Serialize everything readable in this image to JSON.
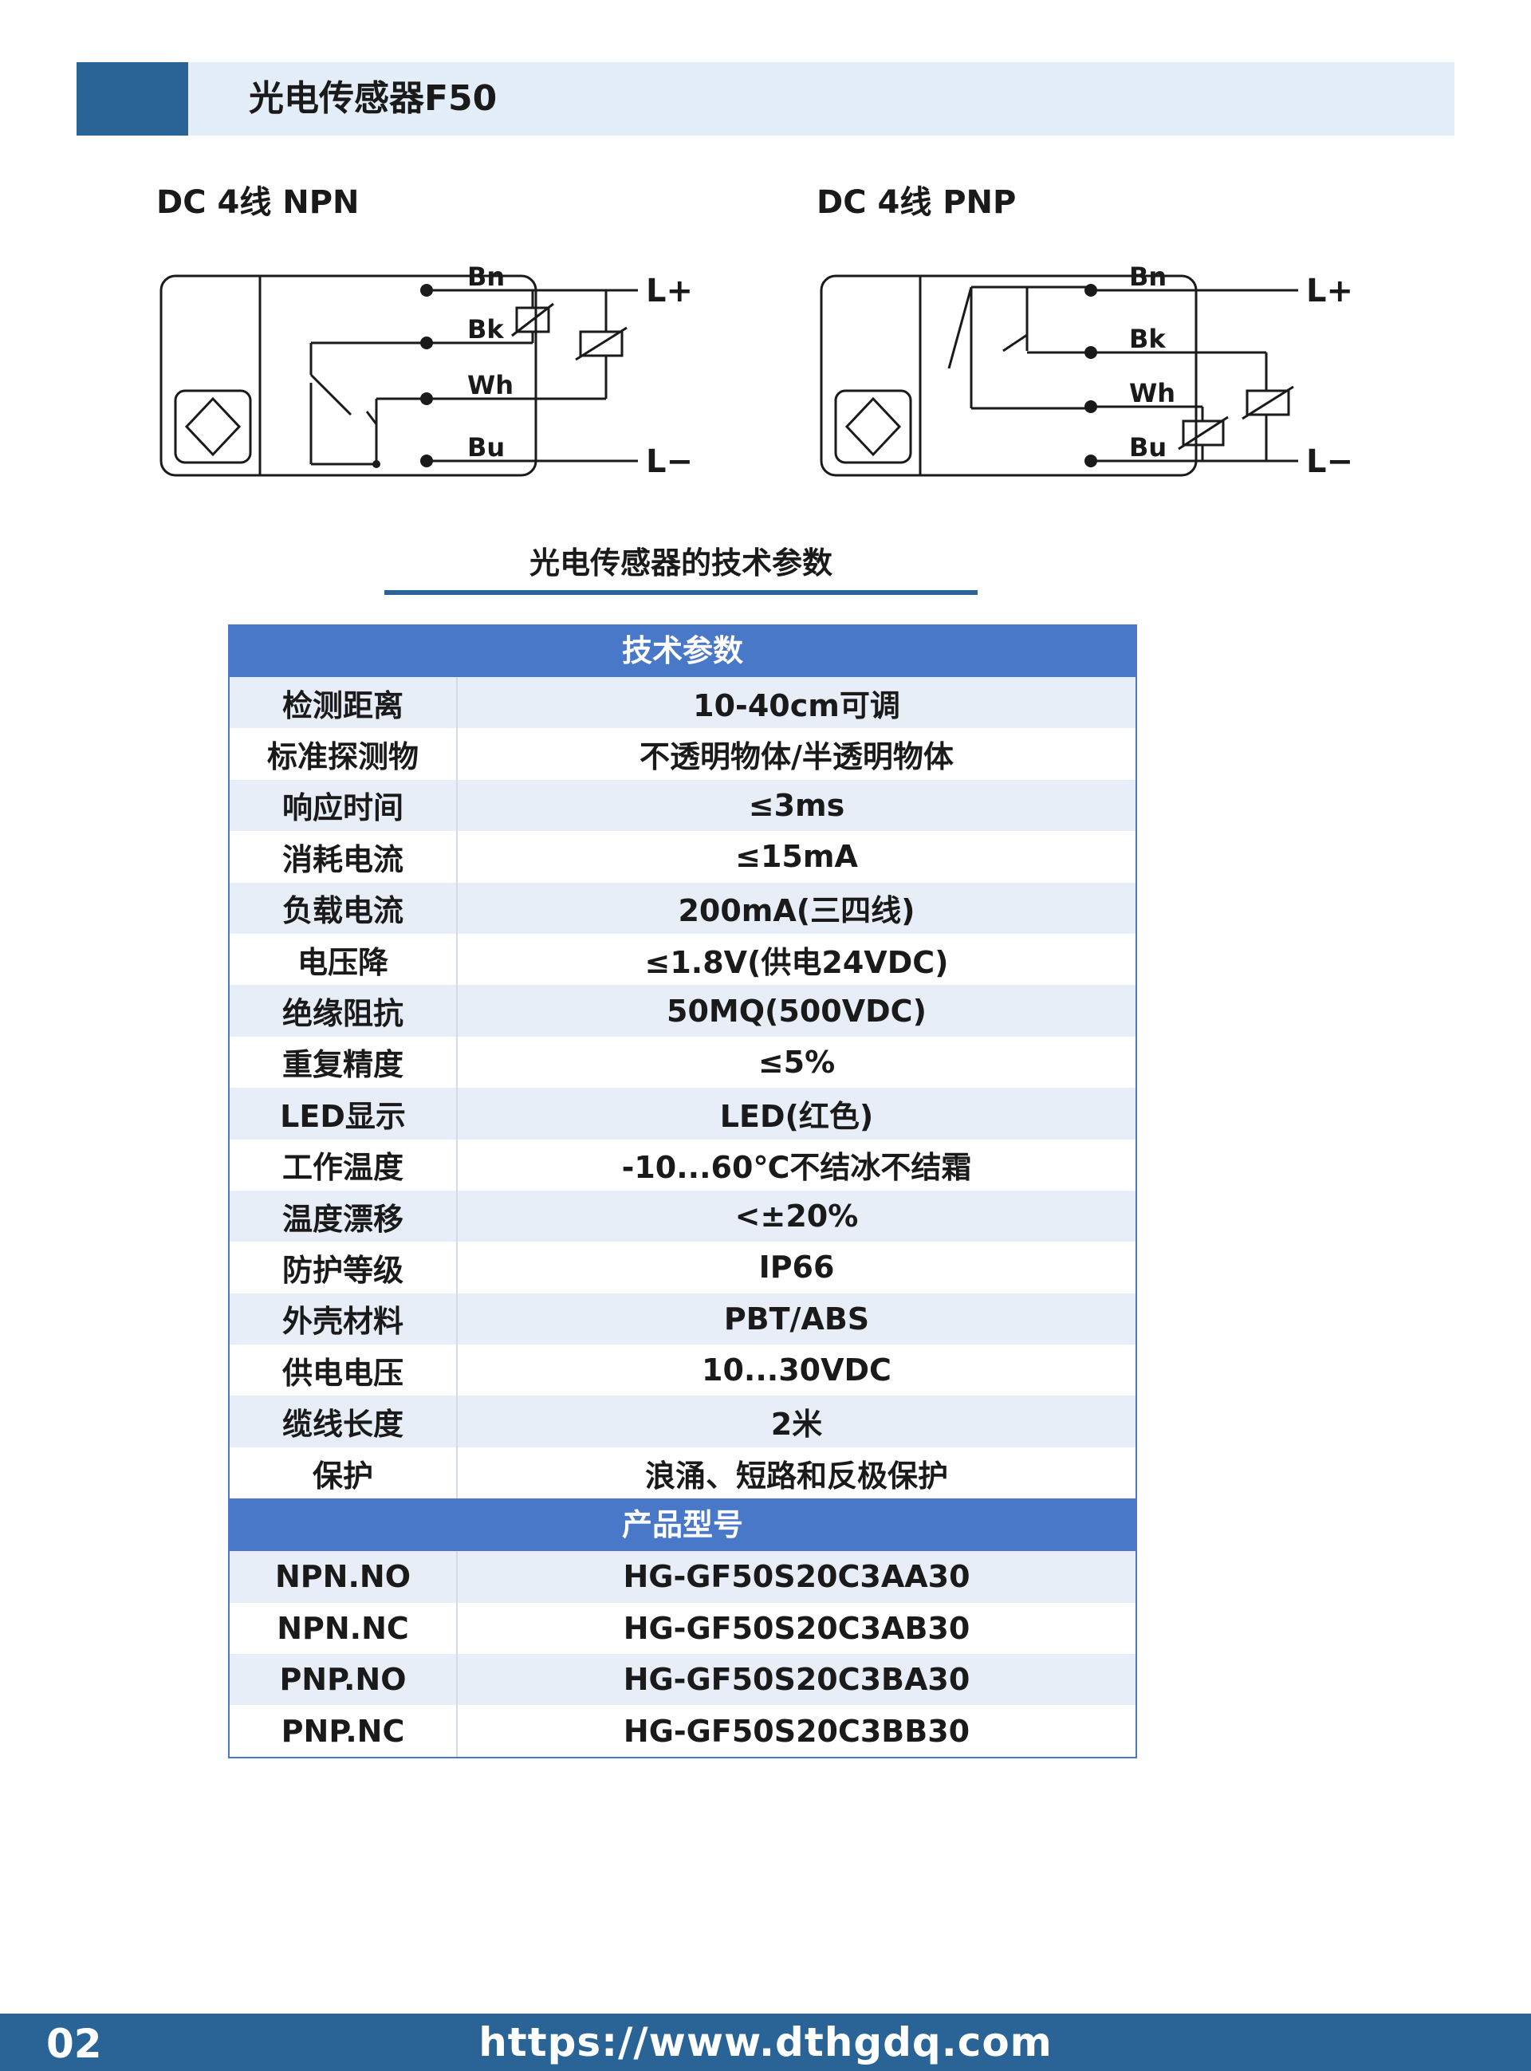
{
  "header": {
    "title": "光电传感器F50"
  },
  "diagrams": [
    {
      "title": "DC 4线 NPN",
      "wires": [
        "Bn",
        "Bk",
        "Wh",
        "Bu"
      ],
      "plus": "L+",
      "minus": "L−"
    },
    {
      "title": "DC 4线 PNP",
      "wires": [
        "Bn",
        "Bk",
        "Wh",
        "Bu"
      ],
      "plus": "L+",
      "minus": "L−"
    }
  ],
  "section_title": "光电传感器的技术参数",
  "spec_table": {
    "header": "技术参数",
    "rows": [
      {
        "k": "检测距离",
        "v": "10-40cm可调"
      },
      {
        "k": "标准探测物",
        "v": "不透明物体/半透明物体"
      },
      {
        "k": "响应时间",
        "v": "≤3ms"
      },
      {
        "k": "消耗电流",
        "v": "≤15mA"
      },
      {
        "k": "负载电流",
        "v": "200mA(三四线)"
      },
      {
        "k": "电压降",
        "v": "≤1.8V(供电24VDC)"
      },
      {
        "k": "绝缘阻抗",
        "v": "50MQ(500VDC)"
      },
      {
        "k": "重复精度",
        "v": "≤5%"
      },
      {
        "k": "LED显示",
        "v": "LED(红色)"
      },
      {
        "k": "工作温度",
        "v": "-10...60℃不结冰不结霜"
      },
      {
        "k": "温度漂移",
        "v": "<±20%"
      },
      {
        "k": "防护等级",
        "v": "IP66"
      },
      {
        "k": "外壳材料",
        "v": "PBT/ABS"
      },
      {
        "k": "供电电压",
        "v": "10...30VDC"
      },
      {
        "k": "缆线长度",
        "v": "2米"
      },
      {
        "k": "保护",
        "v": "浪涌、短路和反极保护"
      }
    ]
  },
  "model_table": {
    "header": "产品型号",
    "rows": [
      {
        "k": "NPN.NO",
        "v": "HG-GF50S20C3AA30"
      },
      {
        "k": "NPN.NC",
        "v": "HG-GF50S20C3AB30"
      },
      {
        "k": "PNP.NO",
        "v": "HG-GF50S20C3BA30"
      },
      {
        "k": "PNP.NC",
        "v": "HG-GF50S20C3BB30"
      }
    ]
  },
  "footer": {
    "page": "02",
    "url": "https://www.dthgdq.com"
  }
}
